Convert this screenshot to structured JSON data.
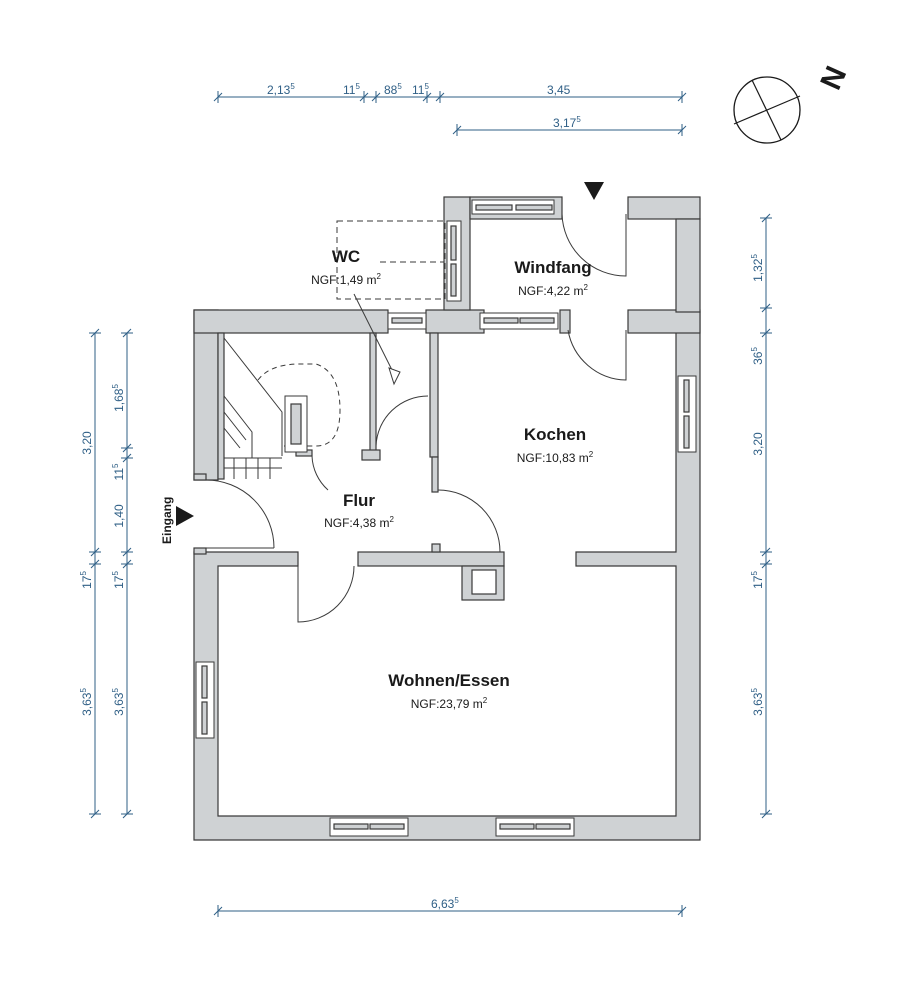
{
  "dimensions": {
    "top_row1": [
      {
        "main": "2,13",
        "sup": "5"
      },
      {
        "main": "11",
        "sup": "5"
      },
      {
        "main": "88",
        "sup": "5"
      },
      {
        "main": "11",
        "sup": "5"
      },
      {
        "main": "3,45",
        "sup": ""
      }
    ],
    "top_row2": [
      {
        "main": "3,17",
        "sup": "5"
      }
    ],
    "bottom": [
      {
        "main": "6,63",
        "sup": "5"
      }
    ],
    "left_outer": [
      {
        "main": "3,20",
        "sup": ""
      },
      {
        "main": "17",
        "sup": "5"
      },
      {
        "main": "3,63",
        "sup": "5"
      }
    ],
    "left_inner": [
      {
        "main": "1,68",
        "sup": "5"
      },
      {
        "main": "11",
        "sup": "5"
      },
      {
        "main": "1,40",
        "sup": ""
      },
      {
        "main": "17",
        "sup": "5"
      },
      {
        "main": "3,63",
        "sup": "5"
      }
    ],
    "right": [
      {
        "main": "1,32",
        "sup": "5"
      },
      {
        "main": "36",
        "sup": "5"
      },
      {
        "main": "3,20",
        "sup": ""
      },
      {
        "main": "17",
        "sup": "5"
      },
      {
        "main": "3,63",
        "sup": "5"
      }
    ]
  },
  "rooms": [
    {
      "name": "WC",
      "area_label": "NGF:",
      "area_value": "1,49 m",
      "area_sup": "2"
    },
    {
      "name": "Windfang",
      "area_label": "NGF:",
      "area_value": "4,22 m",
      "area_sup": "2"
    },
    {
      "name": "Kochen",
      "area_label": "NGF:",
      "area_value": "10,83 m",
      "area_sup": "2"
    },
    {
      "name": "Flur",
      "area_label": "NGF:",
      "area_value": "4,38 m",
      "area_sup": "2"
    },
    {
      "name": "Wohnen/Essen",
      "area_label": "NGF:",
      "area_value": "23,79 m",
      "area_sup": "2"
    }
  ],
  "entrance_label": "Eingang",
  "compass_letter": "N",
  "colors": {
    "wall": "#cfd2d4",
    "dimension": "#2f5f86",
    "line": "#3a3a3a"
  },
  "icons": [
    "compass-icon",
    "entrance-arrow-icon",
    "door-swing-icon",
    "window-icon",
    "stair-icon"
  ]
}
